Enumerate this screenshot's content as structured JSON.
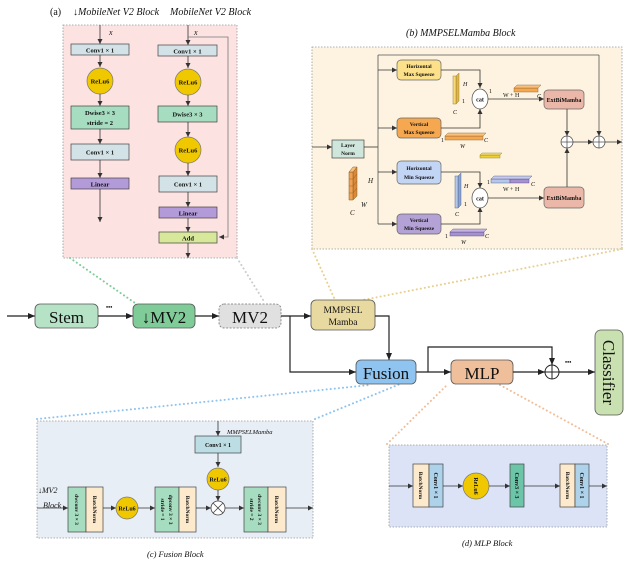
{
  "captions": {
    "a": "(a)",
    "a_left": "↓MobileNet V2 Block",
    "a_right": "MobileNet V2 Block",
    "b": "(b) MMPSELMamba Block",
    "c": "(c) Fusion Block",
    "d": "(d) MLP Block"
  },
  "block_a": {
    "input_label": "x",
    "left": [
      "Conv1 × 1",
      "ReLu6",
      "Dwise3 × 3",
      "stride = 2",
      "Conv1 × 1",
      "Linear"
    ],
    "right": [
      "Conv1 × 1",
      "ReLu6",
      "Dwise3 × 3",
      "ReLu6",
      "Conv1 × 1",
      "Linear",
      "Add"
    ]
  },
  "block_b": {
    "layer_norm": [
      "Layer",
      "Norm"
    ],
    "hmax": [
      "Horizontal",
      "Max Squeeze"
    ],
    "vmax": [
      "Vertical",
      "Max Squeeze"
    ],
    "hmin": [
      "Horizontal",
      "Min Squeeze"
    ],
    "vmin": [
      "Vertical",
      "Min Squeeze"
    ],
    "cat": "cat",
    "extbimamba": "ExtBiMamba",
    "dims": {
      "H": "H",
      "W": "W",
      "C": "C",
      "one": "1",
      "WH": "W + H"
    }
  },
  "main": {
    "stem": "Stem",
    "dmv2": "↓MV2",
    "mv2": "MV2",
    "mmpsel": [
      "MMPSEL",
      "Mamba"
    ],
    "fusion": "Fusion",
    "mlp": "MLP",
    "classifier": "Classifier",
    "ellipsis": "•••"
  },
  "block_c": {
    "input_label": [
      "↓MV2",
      "Block"
    ],
    "side_label": "MMPSELMamba",
    "conv": "Conv1 × 1",
    "relu": "ReLu6",
    "dwconv1": "dwconv 3 × 3",
    "bn": "BatchNorm",
    "dpconv": "dpconv 3 × 3",
    "stride1": "stride = 1",
    "dwconv2": "dwconv 3 × 3",
    "stride2": "stride = 2"
  },
  "block_d": {
    "bn": "BatchNorm",
    "conv1": "Conv1 × 1",
    "relu": "ReLu6",
    "conv3": "Conv3 × 3"
  },
  "colors": {
    "panel_a": "#fde2e2",
    "panel_b": "#fdf3e0",
    "panel_c": "#e8eef5",
    "panel_d": "#dce3f7",
    "conv": "#d3e2e6",
    "relu": "#f0c800",
    "dwise": "#a6dcc0",
    "linear": "#b39ad8",
    "add": "#d8e89a",
    "stem": "#b6e3c6",
    "dmv2": "#7fcc98",
    "mv2": "#e0e0e0",
    "mmpsel": "#e8d9a0",
    "fusion": "#8fc3f0",
    "mlp": "#efbe9a",
    "classifier": "#c9e0b0"
  }
}
